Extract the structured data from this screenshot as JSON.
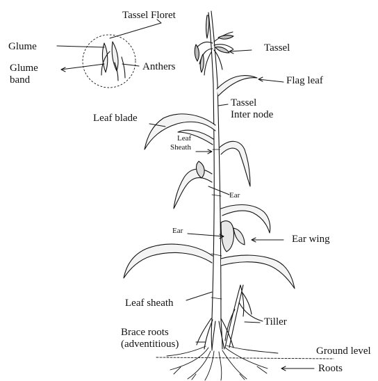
{
  "labels": {
    "tassel_floret": "Tassel Floret",
    "glume": "Glume",
    "glume_band_line1": "Glume",
    "glume_band_line2": "band",
    "anthers": "Anthers",
    "tassel": "Tassel",
    "flag_leaf": "Flag leaf",
    "tassel_internode_line1": "Tassel",
    "tassel_internode_line2": "Inter node",
    "leaf_blade": "Leaf blade",
    "leaf_sheath_small_line1": "Leaf",
    "leaf_sheath_small_line2": "Sheath",
    "ear_upper": "Ear",
    "ear_lower": "Ear",
    "ear_wing": "Ear wing",
    "leaf_sheath": "Leaf sheath",
    "tiller": "Tiller",
    "brace_roots_line1": "Brace roots",
    "brace_roots_line2": "(adventitious)",
    "ground_level": "Ground level",
    "roots": "Roots"
  },
  "colors": {
    "ink": "#111111",
    "leaf_fill": "#f4f4f4"
  }
}
